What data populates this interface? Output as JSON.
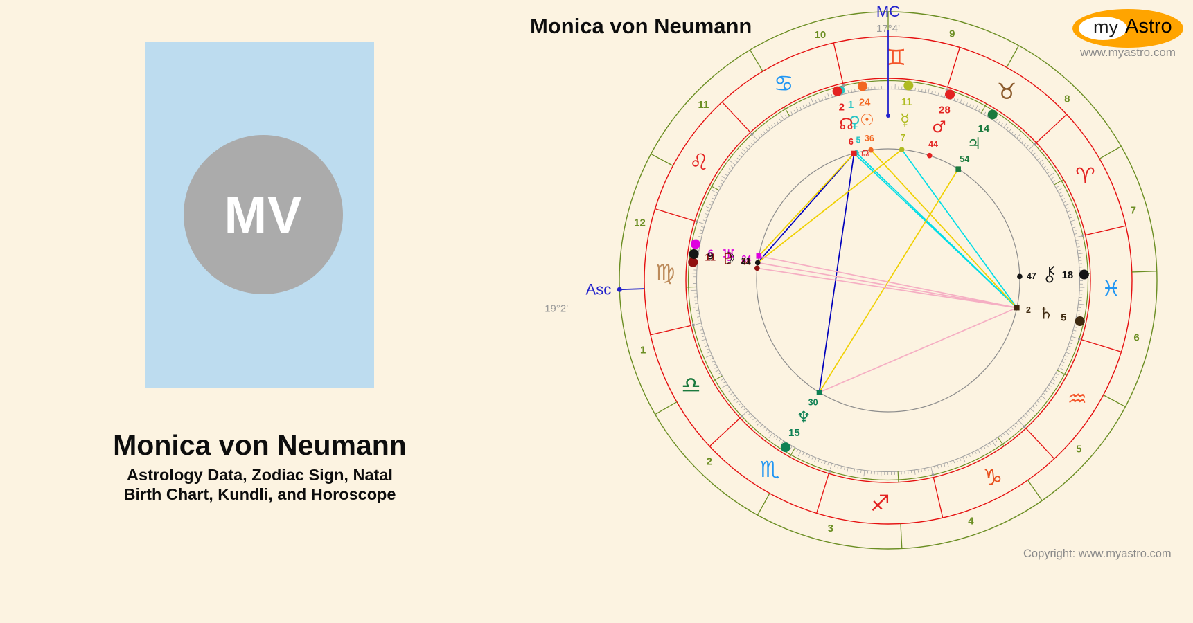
{
  "page": {
    "background": "#FCF3E1"
  },
  "profile_card": {
    "initials": "MV",
    "card_color": "#BDDCEF",
    "avatar_color": "#ABABAB",
    "title": "Monica von Neumann",
    "subtitle_line1": "Astrology Data, Zodiac Sign, Natal",
    "subtitle_line2": "Birth Chart, Kundli, and Horoscope"
  },
  "logo": {
    "brand_my": "my",
    "brand_astro": "Astro",
    "url": "www.myastro.com",
    "ellipse_color": "#FFA400"
  },
  "footer": {
    "copyright": "Copyright: www.myastro.com"
  },
  "chart": {
    "title": "Monica von Neumann",
    "colors": {
      "outer_ring": "#6B8E23",
      "zodiac_ring": "#E51010",
      "tick_ring": "#A3A3A3",
      "inner_circle": "#8C8C8C",
      "house_number": "#6B8E23",
      "axis": "#2222CC",
      "degree_text": "#999999"
    },
    "asc": {
      "label": "Asc",
      "degree_text": "19°2'",
      "longitude": 169.03,
      "sign": "Virgo"
    },
    "mc": {
      "label": "MC",
      "degree_text": "17°4'",
      "longitude": 77.07,
      "sign": "Gemini"
    },
    "houses": {
      "numbers": [
        "1",
        "2",
        "3",
        "4",
        "5",
        "6",
        "7",
        "8",
        "9",
        "10",
        "11",
        "12"
      ],
      "cusp_longitudes": [
        169.03,
        197,
        228,
        260,
        292,
        319,
        349.03,
        17,
        48,
        77.07,
        108,
        139
      ]
    },
    "signs": [
      {
        "name": "aries",
        "glyph": "♈",
        "color": "#E32221"
      },
      {
        "name": "taurus",
        "glyph": "♉",
        "color": "#8B5A2B"
      },
      {
        "name": "gemini",
        "glyph": "♊",
        "color": "#F4562B"
      },
      {
        "name": "cancer",
        "glyph": "♋",
        "color": "#2196F3"
      },
      {
        "name": "leo",
        "glyph": "♌",
        "color": "#E32221"
      },
      {
        "name": "virgo",
        "glyph": "♍",
        "color": "#BC8A5A"
      },
      {
        "name": "libra",
        "glyph": "♎",
        "color": "#1B7A3E"
      },
      {
        "name": "scorpio",
        "glyph": "♏",
        "color": "#2196F3"
      },
      {
        "name": "sagittarius",
        "glyph": "♐",
        "color": "#E32221"
      },
      {
        "name": "capricorn",
        "glyph": "♑",
        "color": "#E8501E"
      },
      {
        "name": "aquarius",
        "glyph": "♒",
        "color": "#F4562B"
      },
      {
        "name": "pisces",
        "glyph": "♓",
        "color": "#2196F3"
      }
    ],
    "planets": [
      {
        "name": "sun",
        "glyph": "☉",
        "color": "#F26722",
        "longitude": 84.6,
        "sign": "Gemini",
        "degree": "24",
        "minutes": "36"
      },
      {
        "name": "mercury",
        "glyph": "☿",
        "color": "#AFBB21",
        "longitude": 71.12,
        "sign": "Gemini",
        "degree": "11",
        "minutes": "7"
      },
      {
        "name": "venus",
        "glyph": "♀",
        "color": "#29C5C5",
        "longitude": 91.08,
        "sign": "Cancer",
        "degree": "1",
        "minutes": "5",
        "label_nudge": -2
      },
      {
        "name": "mars",
        "glyph": "♂",
        "color": "#E32221",
        "longitude": 58.73,
        "sign": "Taurus",
        "degree": "28",
        "minutes": "44"
      },
      {
        "name": "jupiter",
        "glyph": "♃",
        "color": "#1B7A3E",
        "longitude": 44.9,
        "sign": "Taurus",
        "degree": "14",
        "minutes": "54"
      },
      {
        "name": "saturn",
        "glyph": "♄",
        "color": "#3F2A10",
        "longitude": 335.03,
        "sign": "Pisces",
        "degree": "5",
        "minutes": "2"
      },
      {
        "name": "uranus",
        "glyph": "♅",
        "color": "#DF00DF",
        "longitude": 156.4,
        "sign": "Virgo",
        "degree": "6",
        "minutes": "24",
        "label_nudge": 2
      },
      {
        "name": "neptune",
        "glyph": "♆",
        "color": "#0E8054",
        "longitude": 225.5,
        "sign": "Scorpio",
        "degree": "15",
        "minutes": "30"
      },
      {
        "name": "pluto",
        "glyph": "♇",
        "color": "#8F1010",
        "longitude": 161.73,
        "sign": "Virgo",
        "degree": "11",
        "minutes": "44",
        "label_nudge": -2
      },
      {
        "name": "moon",
        "glyph": "☽",
        "color": "#151515",
        "longitude": 159.35,
        "sign": "Virgo",
        "degree": "9",
        "minutes": "21"
      },
      {
        "name": "north-node",
        "glyph": "☊",
        "color": "#E32221",
        "longitude": 92.1,
        "sign": "Cancer",
        "degree": "2",
        "minutes": "6"
      },
      {
        "name": "chiron",
        "glyph": "⚷",
        "custom": "chiron",
        "color": "#151515",
        "longitude": 348.78,
        "sign": "Pisces",
        "degree": "18",
        "minutes": "47"
      }
    ],
    "aspect_colors": {
      "navy": "#0000BB",
      "cyan": "#00DDE6",
      "yellow": "#F0D000",
      "pink": "#F5AEC3"
    },
    "aspects": [
      {
        "from": "moon",
        "to": "north-node",
        "color": "navy"
      },
      {
        "from": "north-node",
        "to": "neptune",
        "color": "navy"
      },
      {
        "from": "north-node",
        "to": "saturn",
        "color": "cyan"
      },
      {
        "from": "venus",
        "to": "saturn",
        "color": "cyan"
      },
      {
        "from": "mercury",
        "to": "saturn",
        "color": "cyan"
      },
      {
        "from": "moon",
        "to": "mercury",
        "color": "yellow"
      },
      {
        "from": "uranus",
        "to": "north-node",
        "color": "yellow"
      },
      {
        "from": "sun",
        "to": "saturn",
        "color": "yellow"
      },
      {
        "from": "jupiter",
        "to": "neptune",
        "color": "yellow"
      },
      {
        "from": "uranus",
        "to": "saturn",
        "color": "pink"
      },
      {
        "from": "moon",
        "to": "saturn",
        "color": "pink"
      },
      {
        "from": "pluto",
        "to": "saturn",
        "color": "pink"
      },
      {
        "from": "neptune",
        "to": "saturn",
        "color": "pink"
      }
    ]
  }
}
